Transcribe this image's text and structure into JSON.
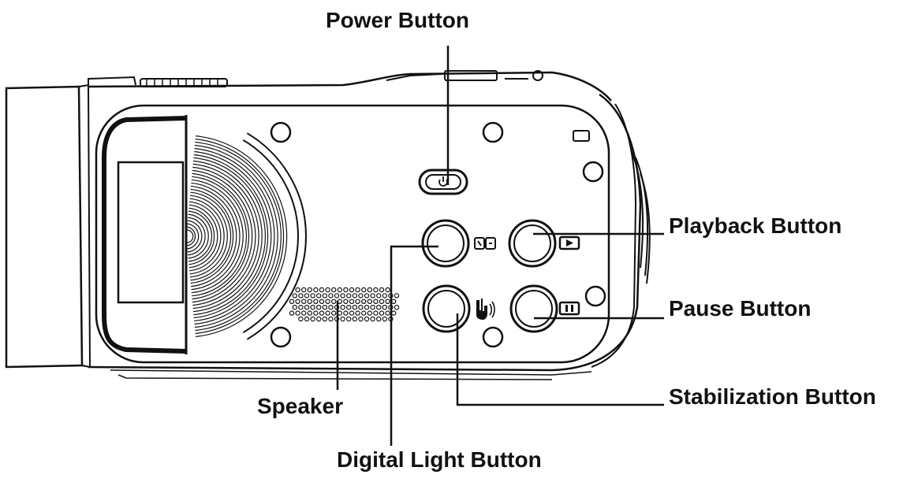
{
  "labels": {
    "power": "Power Button",
    "playback": "Playback Button",
    "pause": "Pause Button",
    "stabilization": "Stabilization Button",
    "speaker": "Speaker",
    "digital_light": "Digital Light Button"
  },
  "colors": {
    "line": "#111111",
    "background": "#ffffff"
  },
  "icons": {
    "power_button": "power-icon",
    "digital_light_button": "digital-light-icon",
    "stabilization_button": "hand-shake-icon",
    "playback_button": "play-icon",
    "pause_button": "pause-icon"
  }
}
